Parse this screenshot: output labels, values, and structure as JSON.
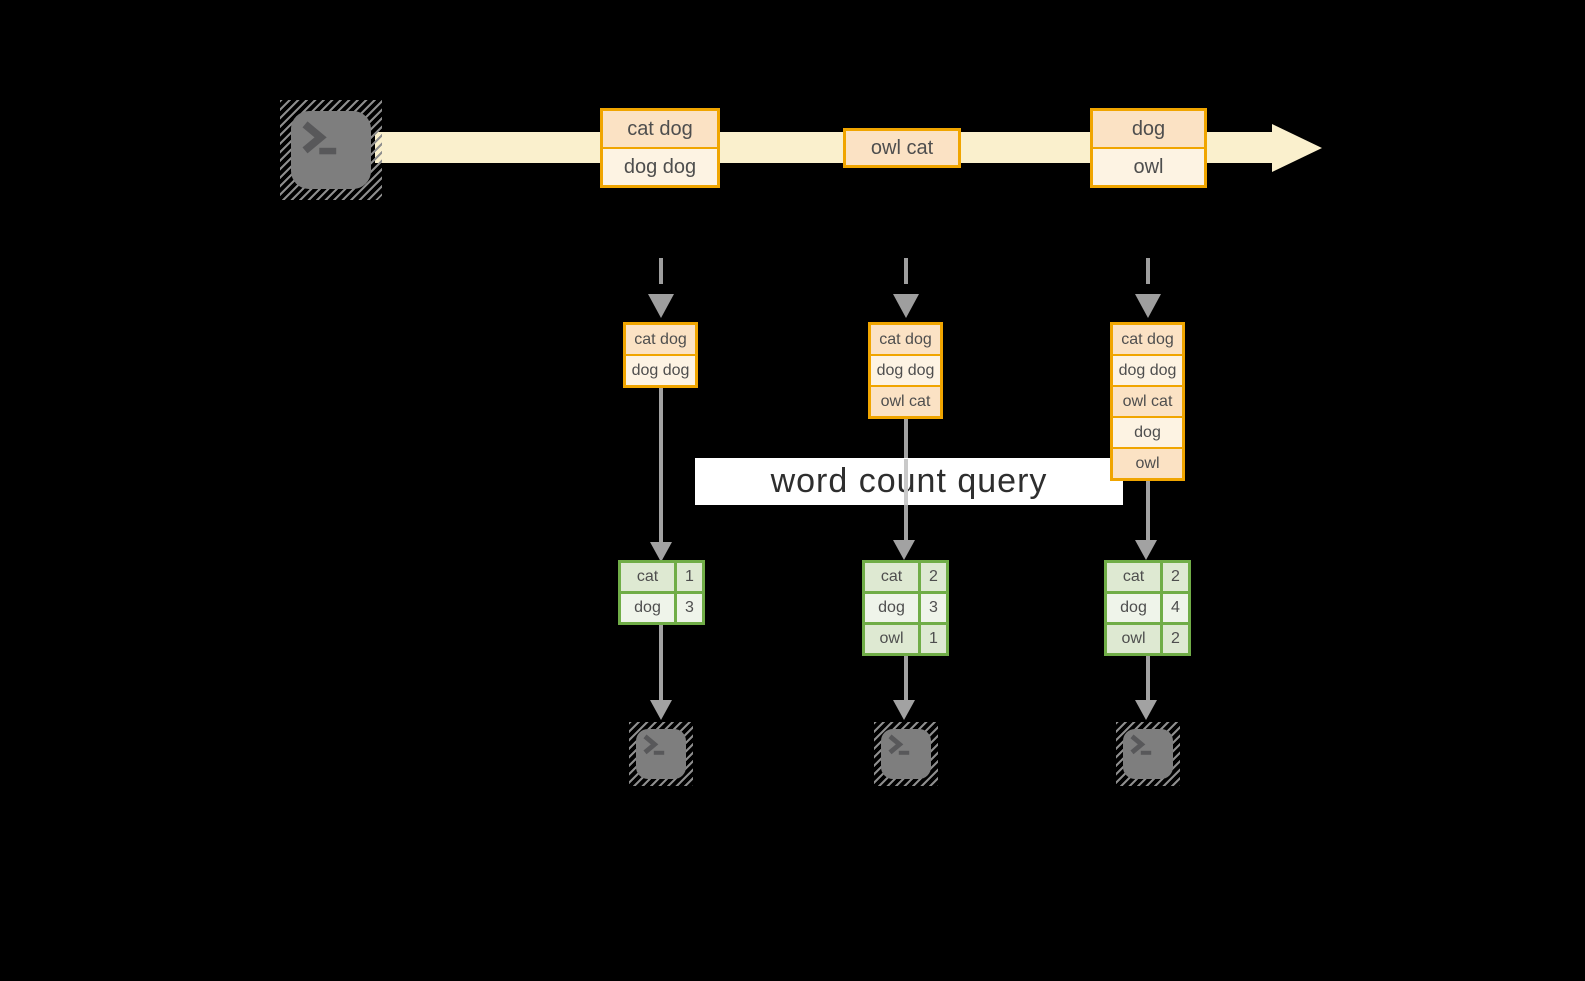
{
  "diagram": {
    "query_label": "word count query",
    "stream_events": [
      {
        "cells": [
          "cat dog",
          "dog dog"
        ]
      },
      {
        "cells": [
          "owl cat"
        ]
      },
      {
        "cells": [
          "dog",
          "owl"
        ]
      }
    ],
    "pipelines": [
      {
        "received": [
          "cat dog",
          "dog dog"
        ],
        "counts": [
          [
            "cat",
            "1"
          ],
          [
            "dog",
            "3"
          ]
        ]
      },
      {
        "received": [
          "cat dog",
          "dog dog",
          "owl cat"
        ],
        "counts": [
          [
            "cat",
            "2"
          ],
          [
            "dog",
            "3"
          ],
          [
            "owl",
            "1"
          ]
        ]
      },
      {
        "received": [
          "cat dog",
          "dog dog",
          "owl cat",
          "dog",
          "owl"
        ],
        "counts": [
          [
            "cat",
            "2"
          ],
          [
            "dog",
            "4"
          ],
          [
            "owl",
            "2"
          ]
        ]
      }
    ],
    "icons": {
      "source": "terminal-icon",
      "sinks": [
        "terminal-icon",
        "terminal-icon",
        "terminal-icon"
      ]
    },
    "colors": {
      "accent_amber": "#F0A500",
      "fill_peach": "#FBE2C4",
      "fill_cream": "#FDF3E3",
      "stream_band": "#FAF0CD",
      "accent_green": "#70AD47",
      "fill_green": "#DEE9D2",
      "fill_green_light": "#EFF4EA",
      "arrow_gray": "#A2A2A2",
      "terminal_gray": "#7E7E7E",
      "background": "#000000"
    }
  }
}
